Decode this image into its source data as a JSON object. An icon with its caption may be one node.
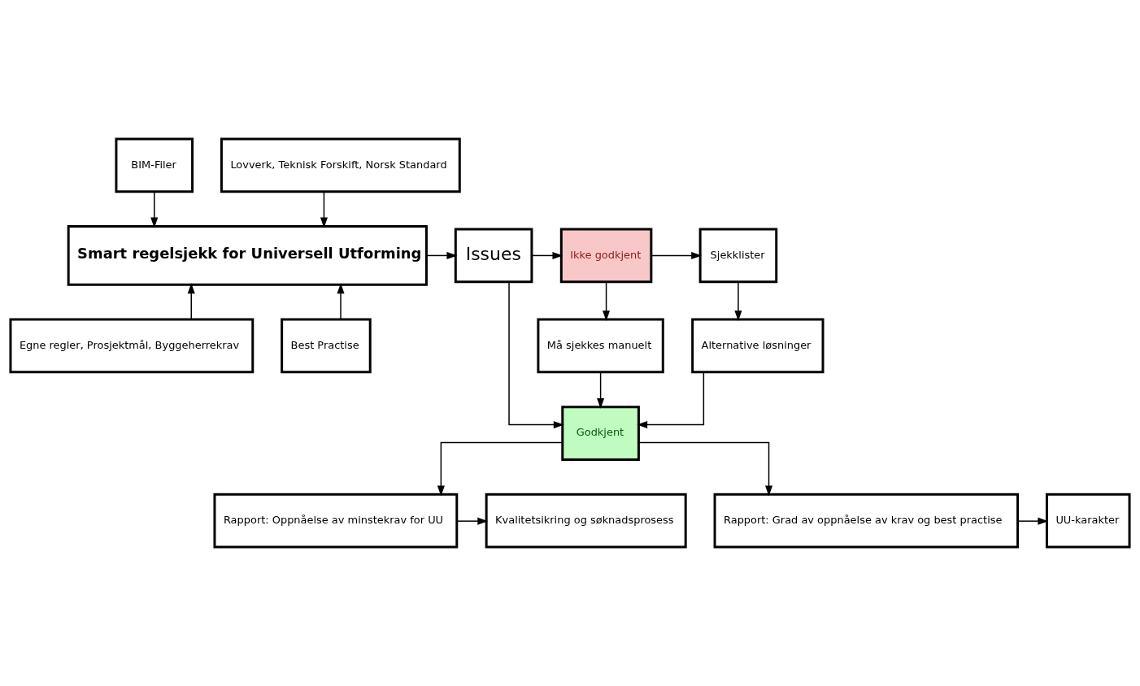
{
  "diagram": {
    "nodes": [
      {
        "text": [
          "BIM-Filer"
        ]
      },
      {
        "text": [
          "Lovverk, Teknisk Forskift, Norsk Standard"
        ]
      },
      {
        "text": [
          "Smart regelsjekk for Universell Utforming"
        ]
      },
      {
        "text": [
          "Issues"
        ]
      },
      {
        "text": [
          "Ikke godkjent"
        ]
      },
      {
        "text": [
          "Sjekklister"
        ]
      },
      {
        "text": [
          "Egne regler, Prosjektmål, Byggeherrekrav"
        ]
      },
      {
        "text": [
          "Best Practise"
        ]
      },
      {
        "text": [
          "Må sjekkes manuelt"
        ]
      },
      {
        "text": [
          "Alternative løsninger"
        ]
      },
      {
        "text": [
          "Godkjent"
        ]
      },
      {
        "text": [
          "Kvalitetsikring og søknadsprosess"
        ]
      },
      {
        "text": [
          "Rapport: Oppnåelse av minstekrav for UU"
        ]
      },
      {
        "text": [
          "Rapport: Grad av oppnåelse av krav og best practise"
        ]
      },
      {
        "text": [
          "UU-karakter"
        ]
      }
    ],
    "edges": [
      {
        "from": 0,
        "to": 2,
        "arrow": "to"
      },
      {
        "from": 1,
        "to": 2,
        "arrow": "to"
      },
      {
        "from": 6,
        "to": 2,
        "arrow": "to"
      },
      {
        "from": 7,
        "to": 2,
        "arrow": "to"
      },
      {
        "from": 2,
        "to": 3,
        "arrow": "to"
      },
      {
        "from": 3,
        "to": 4,
        "arrow": "to"
      },
      {
        "from": 4,
        "to": 5,
        "arrow": "to"
      },
      {
        "from": 4,
        "to": 8,
        "arrow": "to"
      },
      {
        "from": 5,
        "to": 9,
        "arrow": "to"
      },
      {
        "from": 3,
        "to": 10,
        "arrow": "to"
      },
      {
        "from": 8,
        "to": 10,
        "arrow": "to"
      },
      {
        "from": 9,
        "to": 10,
        "arrow": "to"
      },
      {
        "from": 10,
        "to": 12,
        "arrow": "to"
      },
      {
        "from": 10,
        "to": 13,
        "arrow": "to"
      },
      {
        "from": 12,
        "to": 11,
        "arrow": "to"
      },
      {
        "from": 13,
        "to": 14,
        "arrow": "to"
      }
    ]
  }
}
